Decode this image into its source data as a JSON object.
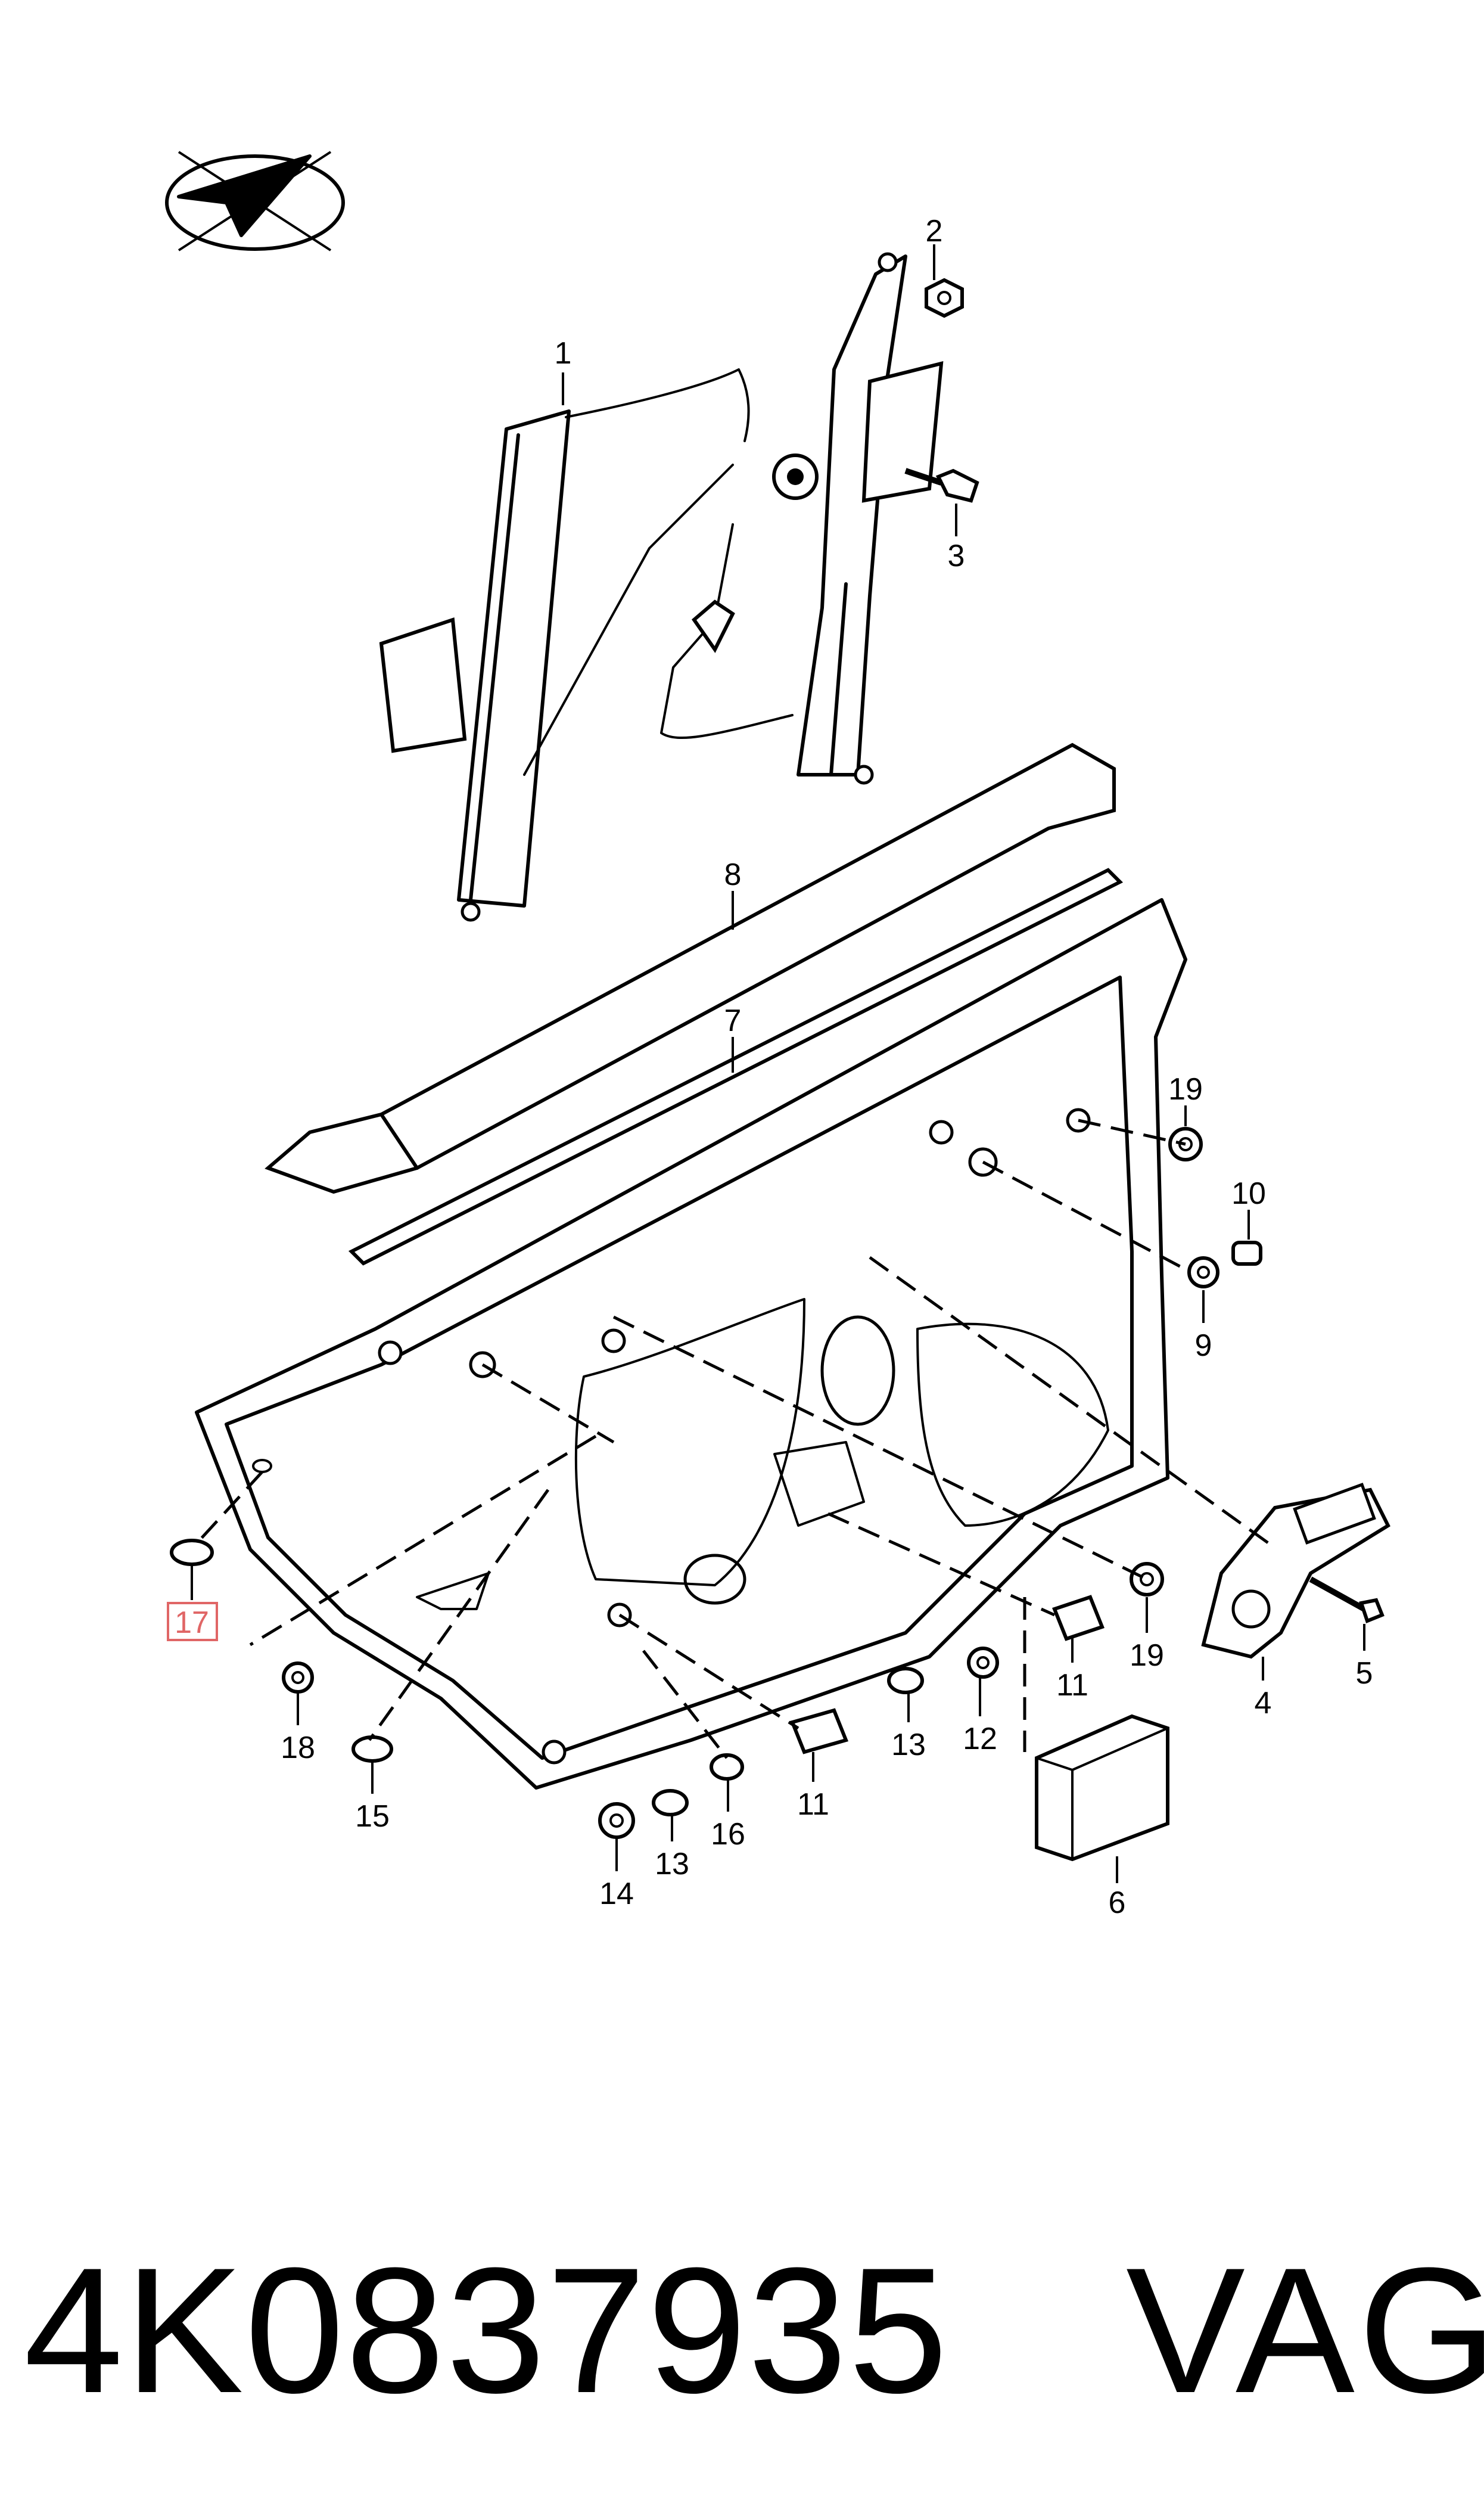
{
  "diagram": {
    "callouts": [
      {
        "id": "c1",
        "text": "1"
      },
      {
        "id": "c2",
        "text": "2"
      },
      {
        "id": "c3",
        "text": "3"
      },
      {
        "id": "c4",
        "text": "4"
      },
      {
        "id": "c5",
        "text": "5"
      },
      {
        "id": "c6",
        "text": "6"
      },
      {
        "id": "c7",
        "text": "7"
      },
      {
        "id": "c8",
        "text": "8"
      },
      {
        "id": "c9",
        "text": "9"
      },
      {
        "id": "c10",
        "text": "10"
      },
      {
        "id": "c11a",
        "text": "11"
      },
      {
        "id": "c11b",
        "text": "11"
      },
      {
        "id": "c12",
        "text": "12"
      },
      {
        "id": "c13a",
        "text": "13"
      },
      {
        "id": "c13b",
        "text": "13"
      },
      {
        "id": "c14",
        "text": "14"
      },
      {
        "id": "c15",
        "text": "15"
      },
      {
        "id": "c16",
        "text": "16"
      },
      {
        "id": "c17",
        "text": "17",
        "highlighted": true
      },
      {
        "id": "c18",
        "text": "18"
      },
      {
        "id": "c19a",
        "text": "19"
      },
      {
        "id": "c19b",
        "text": "19"
      }
    ],
    "highlight_color": "#e06666"
  },
  "footer": {
    "part_number": "4K0837935",
    "brand": "VAG"
  }
}
